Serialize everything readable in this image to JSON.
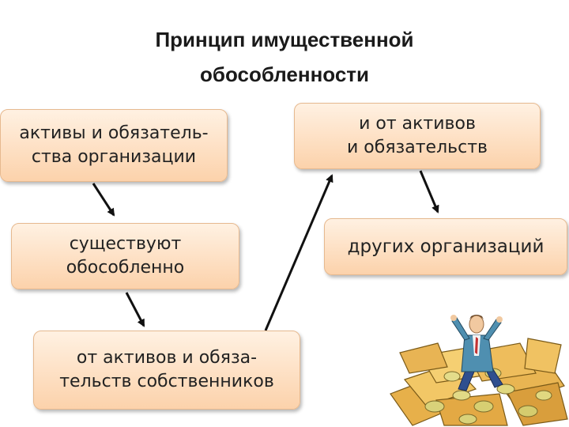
{
  "title": "Принцип имущественной\nобособленности",
  "boxes": {
    "assets": "активы и обязатель-\nства организации",
    "separate": "существуют\nобособленно",
    "owners": "от активов и обяза-\nтельств собственников",
    "from_assets": "и от активов\nи обязательств",
    "other_orgs": "других организаций"
  },
  "colors": {
    "box_fill_top": "#fff1e2",
    "box_fill_bottom": "#fcd2ab",
    "arrow": "#111111"
  },
  "illustration": "businessman-on-money-pile-icon"
}
